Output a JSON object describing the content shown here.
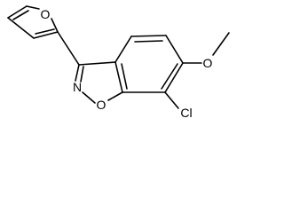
{
  "molecule": {
    "atoms": {
      "O_furan": "O",
      "N_isoxazole": "N",
      "O_isoxazole": "O",
      "Cl": "Cl",
      "O_methoxy": "O"
    }
  }
}
